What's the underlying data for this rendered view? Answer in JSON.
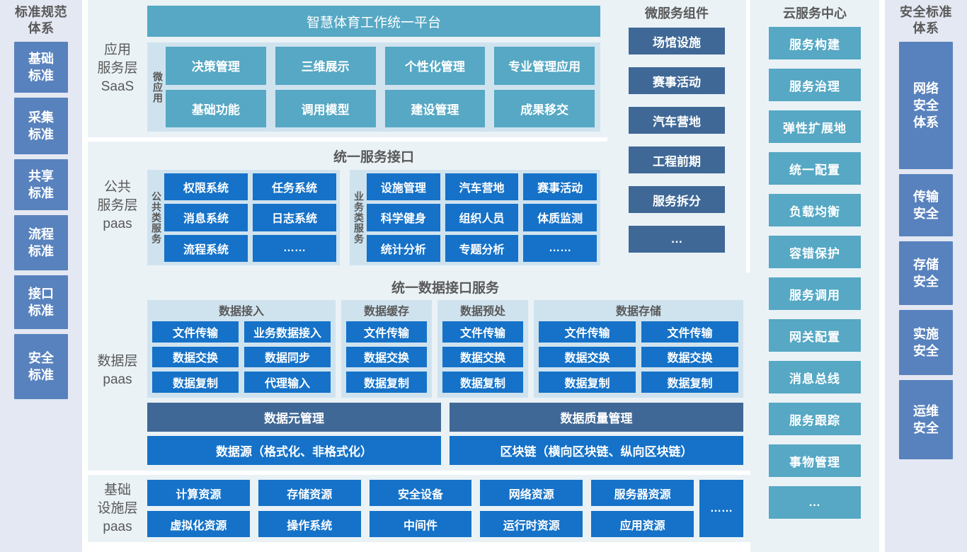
{
  "left_sidebar": {
    "title": "标准规范\n体系",
    "title_lines": [
      "标准规范",
      "体系"
    ],
    "items": [
      {
        "label": "基础\n标准",
        "lines": [
          "基础",
          "标准"
        ]
      },
      {
        "label": "采集\n标准",
        "lines": [
          "采集",
          "标准"
        ]
      },
      {
        "label": "共享\n标准",
        "lines": [
          "共享",
          "标准"
        ]
      },
      {
        "label": "流程\n标准",
        "lines": [
          "流程",
          "标准"
        ]
      },
      {
        "label": "接口\n标准",
        "lines": [
          "接口",
          "标准"
        ]
      },
      {
        "label": "安全\n标准",
        "lines": [
          "安全",
          "标准"
        ]
      }
    ]
  },
  "right_sidebar": {
    "title_lines": [
      "安全标准",
      "体系"
    ],
    "items": [
      {
        "lines": [
          "网络",
          "安全",
          "体系"
        ]
      },
      {
        "lines": [
          "传输",
          "安全"
        ]
      },
      {
        "lines": [
          "存储",
          "安全"
        ]
      },
      {
        "lines": [
          "实施",
          "安全"
        ]
      },
      {
        "lines": [
          "运维",
          "安全"
        ]
      }
    ]
  },
  "app_layer": {
    "layer_label_lines": [
      "应用",
      "服务层",
      "SaaS"
    ],
    "platform_title": "智慧体育工作统一平台",
    "micro_label": "微应用",
    "tiles": [
      "决策管理",
      "三维展示",
      "个性化管理",
      "专业管理应用",
      "基础功能",
      "调用模型",
      "建设管理",
      "成果移交"
    ]
  },
  "public_layer": {
    "layer_label_lines": [
      "公共",
      "服务层",
      "paas"
    ],
    "section_title": "统一服务接口",
    "group_common": {
      "vlabel": "公共类服务",
      "tiles": [
        "权限系统",
        "任务系统",
        "消息系统",
        "日志系统",
        "流程系统",
        "……"
      ]
    },
    "group_business": {
      "vlabel": "业务类服务",
      "tiles": [
        "设施管理",
        "汽车营地",
        "赛事活动",
        "科学健身",
        "组织人员",
        "体质监测",
        "统计分析",
        "专题分析",
        "……"
      ]
    }
  },
  "data_layer": {
    "layer_label_lines": [
      "数据层",
      "paas"
    ],
    "section_title": "统一数据接口服务",
    "groups": [
      {
        "title": "数据接入",
        "tiles": [
          "文件传输",
          "业务数据接入",
          "数据交换",
          "数据同步",
          "数据复制",
          "代理输入"
        ]
      },
      {
        "title": "数据缓存",
        "tiles": [
          "文件传输",
          "数据交换",
          "数据复制"
        ]
      },
      {
        "title": "数据预处",
        "tiles": [
          "文件传输",
          "数据交换",
          "数据复制"
        ]
      },
      {
        "title": "数据存储",
        "tiles": [
          "文件传输",
          "文件传输",
          "数据交换",
          "数据交换",
          "数据复制",
          "数据复制"
        ]
      }
    ],
    "bottom_rows": [
      [
        "数据元管理",
        "数据质量管理"
      ],
      [
        "数据源（格式化、非格式化）",
        "区块链（横向区块链、纵向区块链）"
      ]
    ]
  },
  "infra_layer": {
    "layer_label_lines": [
      "基础",
      "设施层",
      "paas"
    ],
    "tiles": [
      "计算资源",
      "存储资源",
      "安全设备",
      "网络资源",
      "服务器资源",
      "虚拟化资源",
      "操作系统",
      "中间件",
      "运行时资源",
      "应用资源"
    ],
    "ellipsis": "……"
  },
  "microservice_column": {
    "title": "微服务组件",
    "items": [
      "场馆设施",
      "赛事活动",
      "汽车营地",
      "工程前期",
      "服务拆分",
      "…"
    ]
  },
  "cloud_column": {
    "title": "云服务中心",
    "items": [
      "服务构建",
      "服务治理",
      "弹性扩展地",
      "统一配置",
      "负载均衡",
      "容错保护",
      "服务调用",
      "网关配置",
      "消息总线",
      "服务跟踪",
      "事物管理",
      "…"
    ]
  },
  "colors": {
    "page_bg": "#ffffff",
    "sidebar_bg": "#e4e8f2",
    "band_bg": "#eaf2f6",
    "subpanel_bg": "#cfe3ef",
    "std_box": "#5882bd",
    "teal": "#56a8c4",
    "blue": "#1572c8",
    "slate": "#3f6896",
    "label_text": "#595959"
  }
}
